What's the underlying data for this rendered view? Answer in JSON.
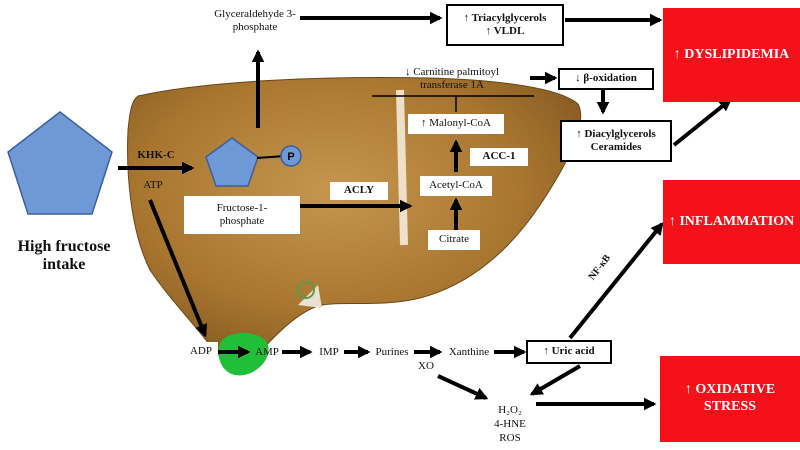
{
  "colors": {
    "liver": "#a8762f",
    "liver_light": "#c89a52",
    "pentagon": "#6f99d6",
    "pentagon_stroke": "#3b5f9a",
    "red_box": "#f4111a",
    "gallbladder": "#1fbf3a"
  },
  "input": {
    "label": "High fructose\nintake"
  },
  "enzymes": {
    "khk": "KHK-C",
    "atp": "ATP",
    "acly": "ACLY",
    "acc": "ACC-1",
    "nfkb": "NF-κB",
    "xo": "XO"
  },
  "phosphate_symbol": "P",
  "metabolites": {
    "glyceraldehyde": "Glyceraldehyde 3-\nphosphate",
    "fructose1p": "Fructose-1-\nphosphate",
    "acetylcoa": "Acetyl-CoA",
    "citrate": "Citrate",
    "malonylcoa": "↑ Malonyl-CoA",
    "cpt": "↓ Carnitine palmitoyl\ntransferase 1A",
    "adp": "ADP",
    "amp": "AMP",
    "imp": "IMP",
    "purines": "Purines",
    "xanthine": "Xanthine",
    "ros": [
      "H₂O₂",
      "4-HNE",
      "ROS"
    ]
  },
  "key_boxes": {
    "tg": "↑ Triacylglycerols\n↑ VLDL",
    "beta": "↓ β-oxidation",
    "dag": "↑ Diacylglycerols\nCeramides",
    "uric": "↑ Uric acid"
  },
  "outcomes": {
    "dyslipidemia": "↑ DYSLIPIDEMIA",
    "inflammation": "↑ INFLAMMATION",
    "oxidative": "↑ OXIDATIVE\nSTRESS"
  }
}
